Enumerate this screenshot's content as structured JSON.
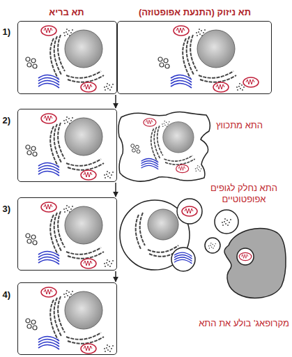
{
  "diagram": {
    "nodes": [
      {
        "text": [
          "תא בריא",
          "1)"
        ]
      },
      {
        "text": [
          "תא ניזוק (התנעת אפופטוזה)"
        ]
      },
      {
        "text": [
          "2)"
        ]
      },
      {
        "text": [
          "התא מתכווץ"
        ]
      },
      {
        "text": [
          "3)"
        ]
      },
      {
        "text": [
          "מקרופאג' בולע את התא"
        ]
      },
      {
        "text": [
          "4)"
        ]
      }
    ],
    "edges": [
      {
        "from": 0,
        "to": 2,
        "arrow": "to"
      },
      {
        "from": 2,
        "to": 4,
        "arrow": "to"
      },
      {
        "from": 4,
        "to": 6,
        "arrow": "to"
      }
    ],
    "labels": [
      "התא נחלק לגופים אפופטוטיים"
    ]
  }
}
